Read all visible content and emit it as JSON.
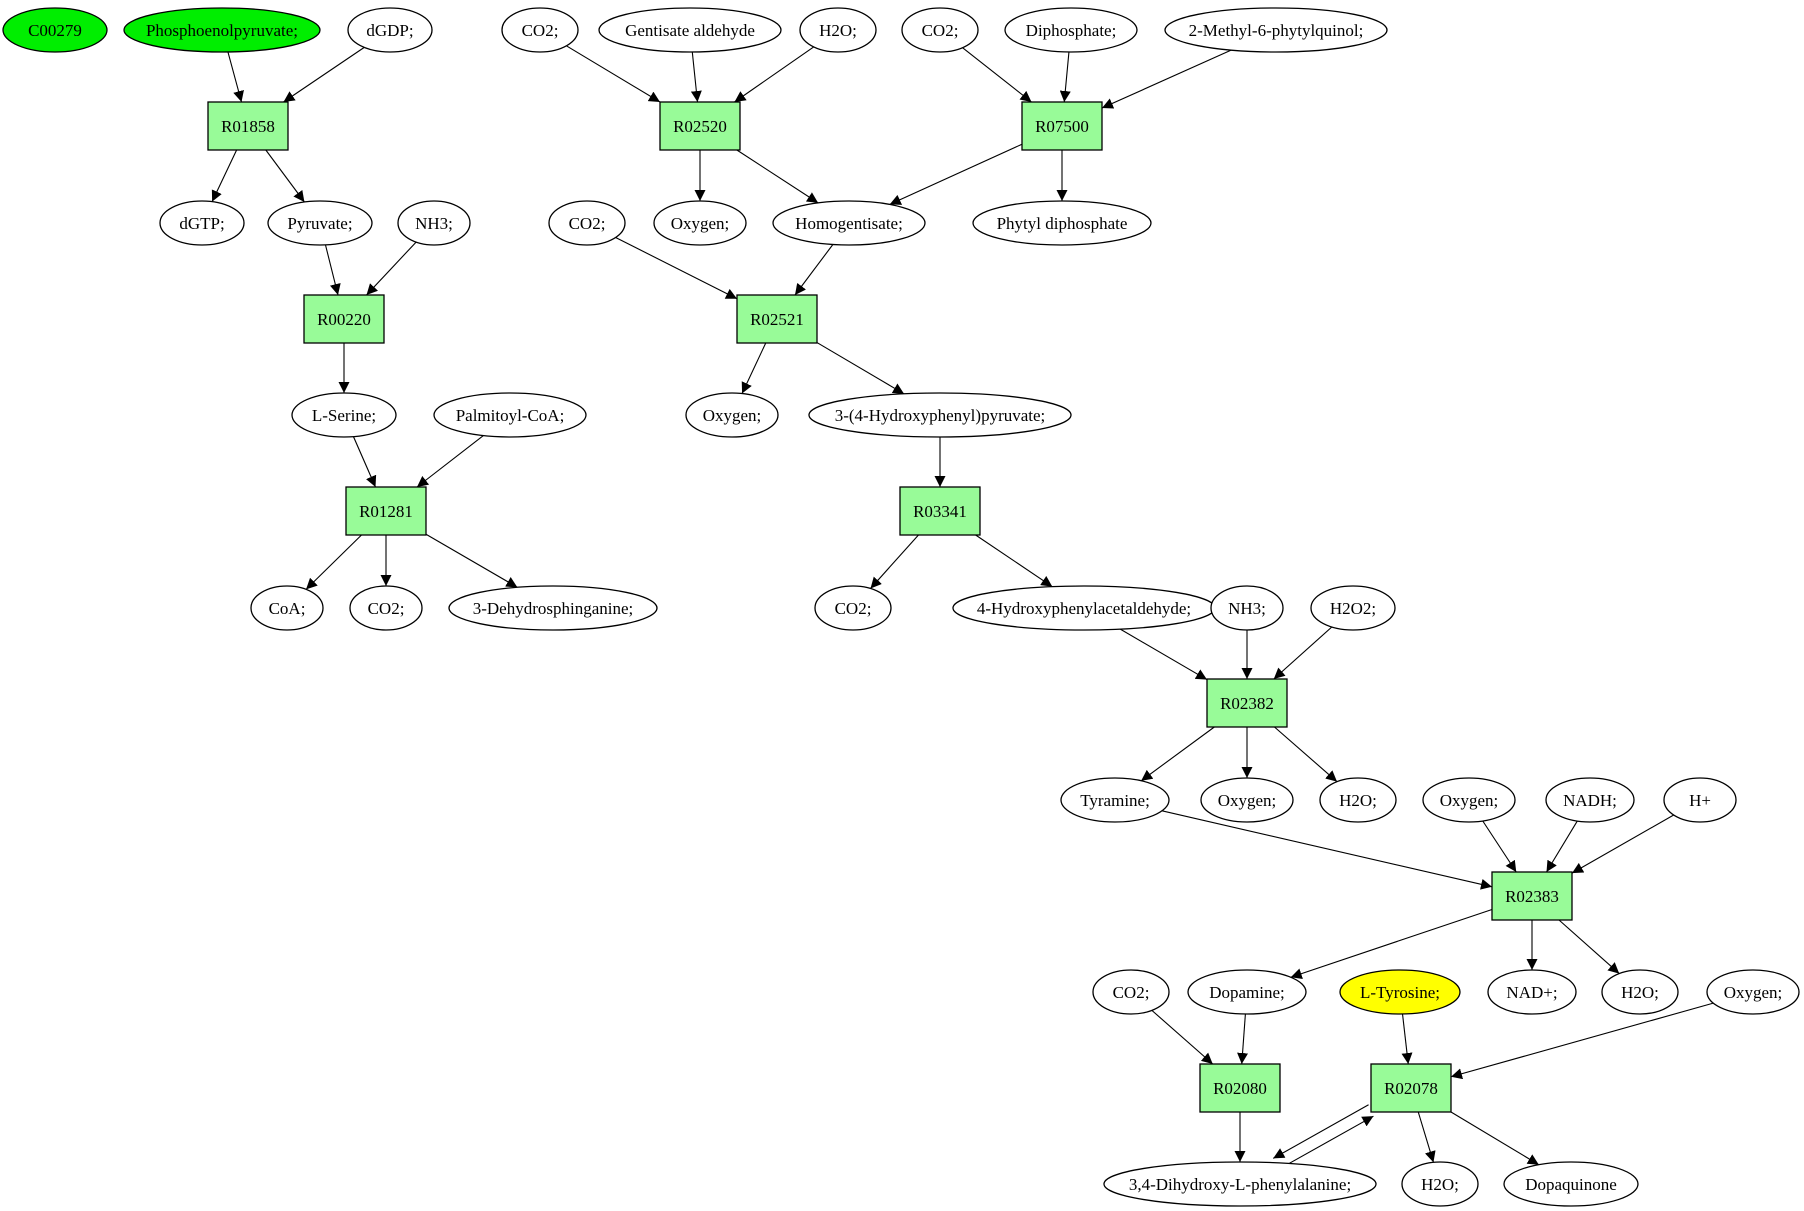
{
  "graph": {
    "colors": {
      "reaction_fill": "#98fb98",
      "compound_fill": "#ffffff",
      "highlight_green": "#00ee00",
      "highlight_yellow": "#ffff00",
      "stroke": "#000000"
    },
    "nodes": [
      {
        "id": "n_C00279",
        "label": "C00279",
        "kind": "compound",
        "fill": "green"
      },
      {
        "id": "n_pep",
        "label": "Phosphoenolpyruvate;",
        "kind": "compound",
        "fill": "green"
      },
      {
        "id": "n_dgdp",
        "label": "dGDP;",
        "kind": "compound"
      },
      {
        "id": "r_R01858",
        "label": "R01858",
        "kind": "reaction"
      },
      {
        "id": "n_dgtp",
        "label": "dGTP;",
        "kind": "compound"
      },
      {
        "id": "n_pyruvate",
        "label": "Pyruvate;",
        "kind": "compound"
      },
      {
        "id": "n_nh3_a",
        "label": "NH3;",
        "kind": "compound"
      },
      {
        "id": "r_R00220",
        "label": "R00220",
        "kind": "reaction"
      },
      {
        "id": "n_lserine",
        "label": "L-Serine;",
        "kind": "compound"
      },
      {
        "id": "n_palcoa",
        "label": "Palmitoyl-CoA;",
        "kind": "compound"
      },
      {
        "id": "r_R01281",
        "label": "R01281",
        "kind": "reaction"
      },
      {
        "id": "n_coa",
        "label": "CoA;",
        "kind": "compound"
      },
      {
        "id": "n_co2_a",
        "label": "CO2;",
        "kind": "compound"
      },
      {
        "id": "n_dehydro",
        "label": "3-Dehydrosphinganine;",
        "kind": "compound"
      },
      {
        "id": "n_co2_b",
        "label": "CO2;",
        "kind": "compound"
      },
      {
        "id": "n_gentisate",
        "label": "Gentisate aldehyde",
        "kind": "compound"
      },
      {
        "id": "n_h2o_a",
        "label": "H2O;",
        "kind": "compound"
      },
      {
        "id": "r_R02520",
        "label": "R02520",
        "kind": "reaction"
      },
      {
        "id": "n_oxygen_a",
        "label": "Oxygen;",
        "kind": "compound"
      },
      {
        "id": "n_homogentisate",
        "label": "Homogentisate;",
        "kind": "compound"
      },
      {
        "id": "n_co2_c",
        "label": "CO2;",
        "kind": "compound"
      },
      {
        "id": "n_diphosphate",
        "label": "Diphosphate;",
        "kind": "compound"
      },
      {
        "id": "n_methylphytyl",
        "label": "2-Methyl-6-phytylquinol;",
        "kind": "compound"
      },
      {
        "id": "r_R07500",
        "label": "R07500",
        "kind": "reaction"
      },
      {
        "id": "n_phytyl",
        "label": "Phytyl diphosphate",
        "kind": "compound"
      },
      {
        "id": "n_co2_d",
        "label": "CO2;",
        "kind": "compound"
      },
      {
        "id": "r_R02521",
        "label": "R02521",
        "kind": "reaction"
      },
      {
        "id": "n_oxygen_b",
        "label": "Oxygen;",
        "kind": "compound"
      },
      {
        "id": "n_hppyruvate",
        "label": "3-(4-Hydroxyphenyl)pyruvate;",
        "kind": "compound"
      },
      {
        "id": "r_R03341",
        "label": "R03341",
        "kind": "reaction"
      },
      {
        "id": "n_co2_e",
        "label": "CO2;",
        "kind": "compound"
      },
      {
        "id": "n_hpacetald",
        "label": "4-Hydroxyphenylacetaldehyde;",
        "kind": "compound"
      },
      {
        "id": "n_nh3_b",
        "label": "NH3;",
        "kind": "compound"
      },
      {
        "id": "n_h2o2",
        "label": "H2O2;",
        "kind": "compound"
      },
      {
        "id": "r_R02382",
        "label": "R02382",
        "kind": "reaction"
      },
      {
        "id": "n_tyramine",
        "label": "Tyramine;",
        "kind": "compound"
      },
      {
        "id": "n_oxygen_c",
        "label": "Oxygen;",
        "kind": "compound"
      },
      {
        "id": "n_h2o_b",
        "label": "H2O;",
        "kind": "compound"
      },
      {
        "id": "n_oxygen_d",
        "label": "Oxygen;",
        "kind": "compound"
      },
      {
        "id": "n_nadh",
        "label": "NADH;",
        "kind": "compound"
      },
      {
        "id": "n_hplus",
        "label": "H+",
        "kind": "compound"
      },
      {
        "id": "r_R02383",
        "label": "R02383",
        "kind": "reaction"
      },
      {
        "id": "n_co2_f",
        "label": "CO2;",
        "kind": "compound"
      },
      {
        "id": "n_dopamine",
        "label": "Dopamine;",
        "kind": "compound"
      },
      {
        "id": "n_ltyrosine",
        "label": "L-Tyrosine;",
        "kind": "compound",
        "fill": "yellow"
      },
      {
        "id": "n_nadplus",
        "label": "NAD+;",
        "kind": "compound"
      },
      {
        "id": "n_h2o_c",
        "label": "H2O;",
        "kind": "compound"
      },
      {
        "id": "n_oxygen_e",
        "label": "Oxygen;",
        "kind": "compound"
      },
      {
        "id": "r_R02080",
        "label": "R02080",
        "kind": "reaction"
      },
      {
        "id": "r_R02078",
        "label": "R02078",
        "kind": "reaction"
      },
      {
        "id": "n_dopa",
        "label": "3,4-Dihydroxy-L-phenylalanine;",
        "kind": "compound"
      },
      {
        "id": "n_h2o_d",
        "label": "H2O;",
        "kind": "compound"
      },
      {
        "id": "n_dopaquinone",
        "label": "Dopaquinone",
        "kind": "compound"
      }
    ],
    "edges": [
      [
        "n_pep",
        "r_R01858"
      ],
      [
        "n_dgdp",
        "r_R01858"
      ],
      [
        "r_R01858",
        "n_dgtp"
      ],
      [
        "r_R01858",
        "n_pyruvate"
      ],
      [
        "n_pyruvate",
        "r_R00220"
      ],
      [
        "n_nh3_a",
        "r_R00220"
      ],
      [
        "r_R00220",
        "n_lserine"
      ],
      [
        "n_lserine",
        "r_R01281"
      ],
      [
        "n_palcoa",
        "r_R01281"
      ],
      [
        "r_R01281",
        "n_coa"
      ],
      [
        "r_R01281",
        "n_co2_a"
      ],
      [
        "r_R01281",
        "n_dehydro"
      ],
      [
        "n_co2_b",
        "r_R02520"
      ],
      [
        "n_gentisate",
        "r_R02520"
      ],
      [
        "n_h2o_a",
        "r_R02520"
      ],
      [
        "r_R02520",
        "n_oxygen_a"
      ],
      [
        "r_R02520",
        "n_homogentisate"
      ],
      [
        "n_co2_c",
        "r_R07500"
      ],
      [
        "n_diphosphate",
        "r_R07500"
      ],
      [
        "n_methylphytyl",
        "r_R07500"
      ],
      [
        "r_R07500",
        "n_homogentisate"
      ],
      [
        "r_R07500",
        "n_phytyl"
      ],
      [
        "n_co2_d",
        "r_R02521"
      ],
      [
        "n_homogentisate",
        "r_R02521"
      ],
      [
        "r_R02521",
        "n_oxygen_b"
      ],
      [
        "r_R02521",
        "n_hppyruvate"
      ],
      [
        "n_hppyruvate",
        "r_R03341"
      ],
      [
        "r_R03341",
        "n_co2_e"
      ],
      [
        "r_R03341",
        "n_hpacetald"
      ],
      [
        "n_hpacetald",
        "r_R02382"
      ],
      [
        "n_nh3_b",
        "r_R02382"
      ],
      [
        "n_h2o2",
        "r_R02382"
      ],
      [
        "r_R02382",
        "n_tyramine"
      ],
      [
        "r_R02382",
        "n_oxygen_c"
      ],
      [
        "r_R02382",
        "n_h2o_b"
      ],
      [
        "n_tyramine",
        "r_R02383"
      ],
      [
        "n_oxygen_d",
        "r_R02383"
      ],
      [
        "n_nadh",
        "r_R02383"
      ],
      [
        "n_hplus",
        "r_R02383"
      ],
      [
        "r_R02383",
        "n_dopamine"
      ],
      [
        "r_R02383",
        "n_nadplus"
      ],
      [
        "r_R02383",
        "n_h2o_c"
      ],
      [
        "n_co2_f",
        "r_R02080"
      ],
      [
        "n_dopamine",
        "r_R02080"
      ],
      [
        "n_ltyrosine",
        "r_R02078"
      ],
      [
        "n_oxygen_e",
        "r_R02078"
      ],
      [
        "r_R02080",
        "n_dopa"
      ],
      [
        "r_R02078",
        "n_dopa"
      ],
      [
        "n_dopa",
        "r_R02078"
      ],
      [
        "r_R02078",
        "n_h2o_d"
      ],
      [
        "r_R02078",
        "n_dopaquinone"
      ]
    ]
  }
}
